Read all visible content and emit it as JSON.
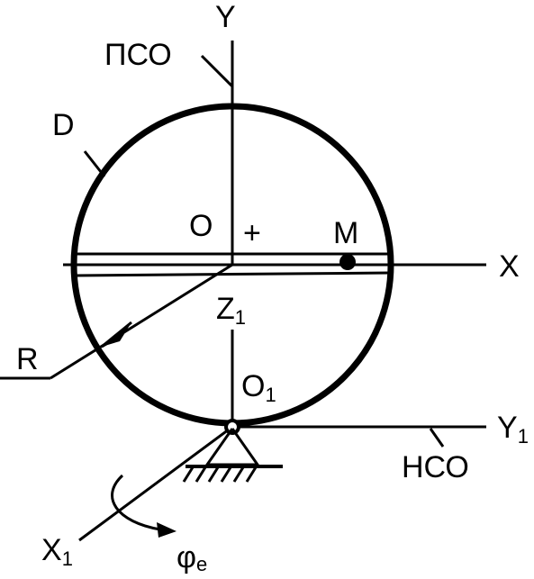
{
  "labels": {
    "y_axis": "Y",
    "pso": "ПСО",
    "disc": "D",
    "origin": "O",
    "plus": "+",
    "point_m": "M",
    "x_axis": "X",
    "z1_base": "Z",
    "z1_sub": "1",
    "radius": "R",
    "o1_base": "O",
    "o1_sub": "1",
    "y1_base": "Y",
    "y1_sub": "1",
    "nso": "НСО",
    "x1_base": "X",
    "x1_sub": "1",
    "phi_base": "φ",
    "phi_sub": "e"
  },
  "colors": {
    "stroke": "#000000",
    "background": "#ffffff"
  }
}
